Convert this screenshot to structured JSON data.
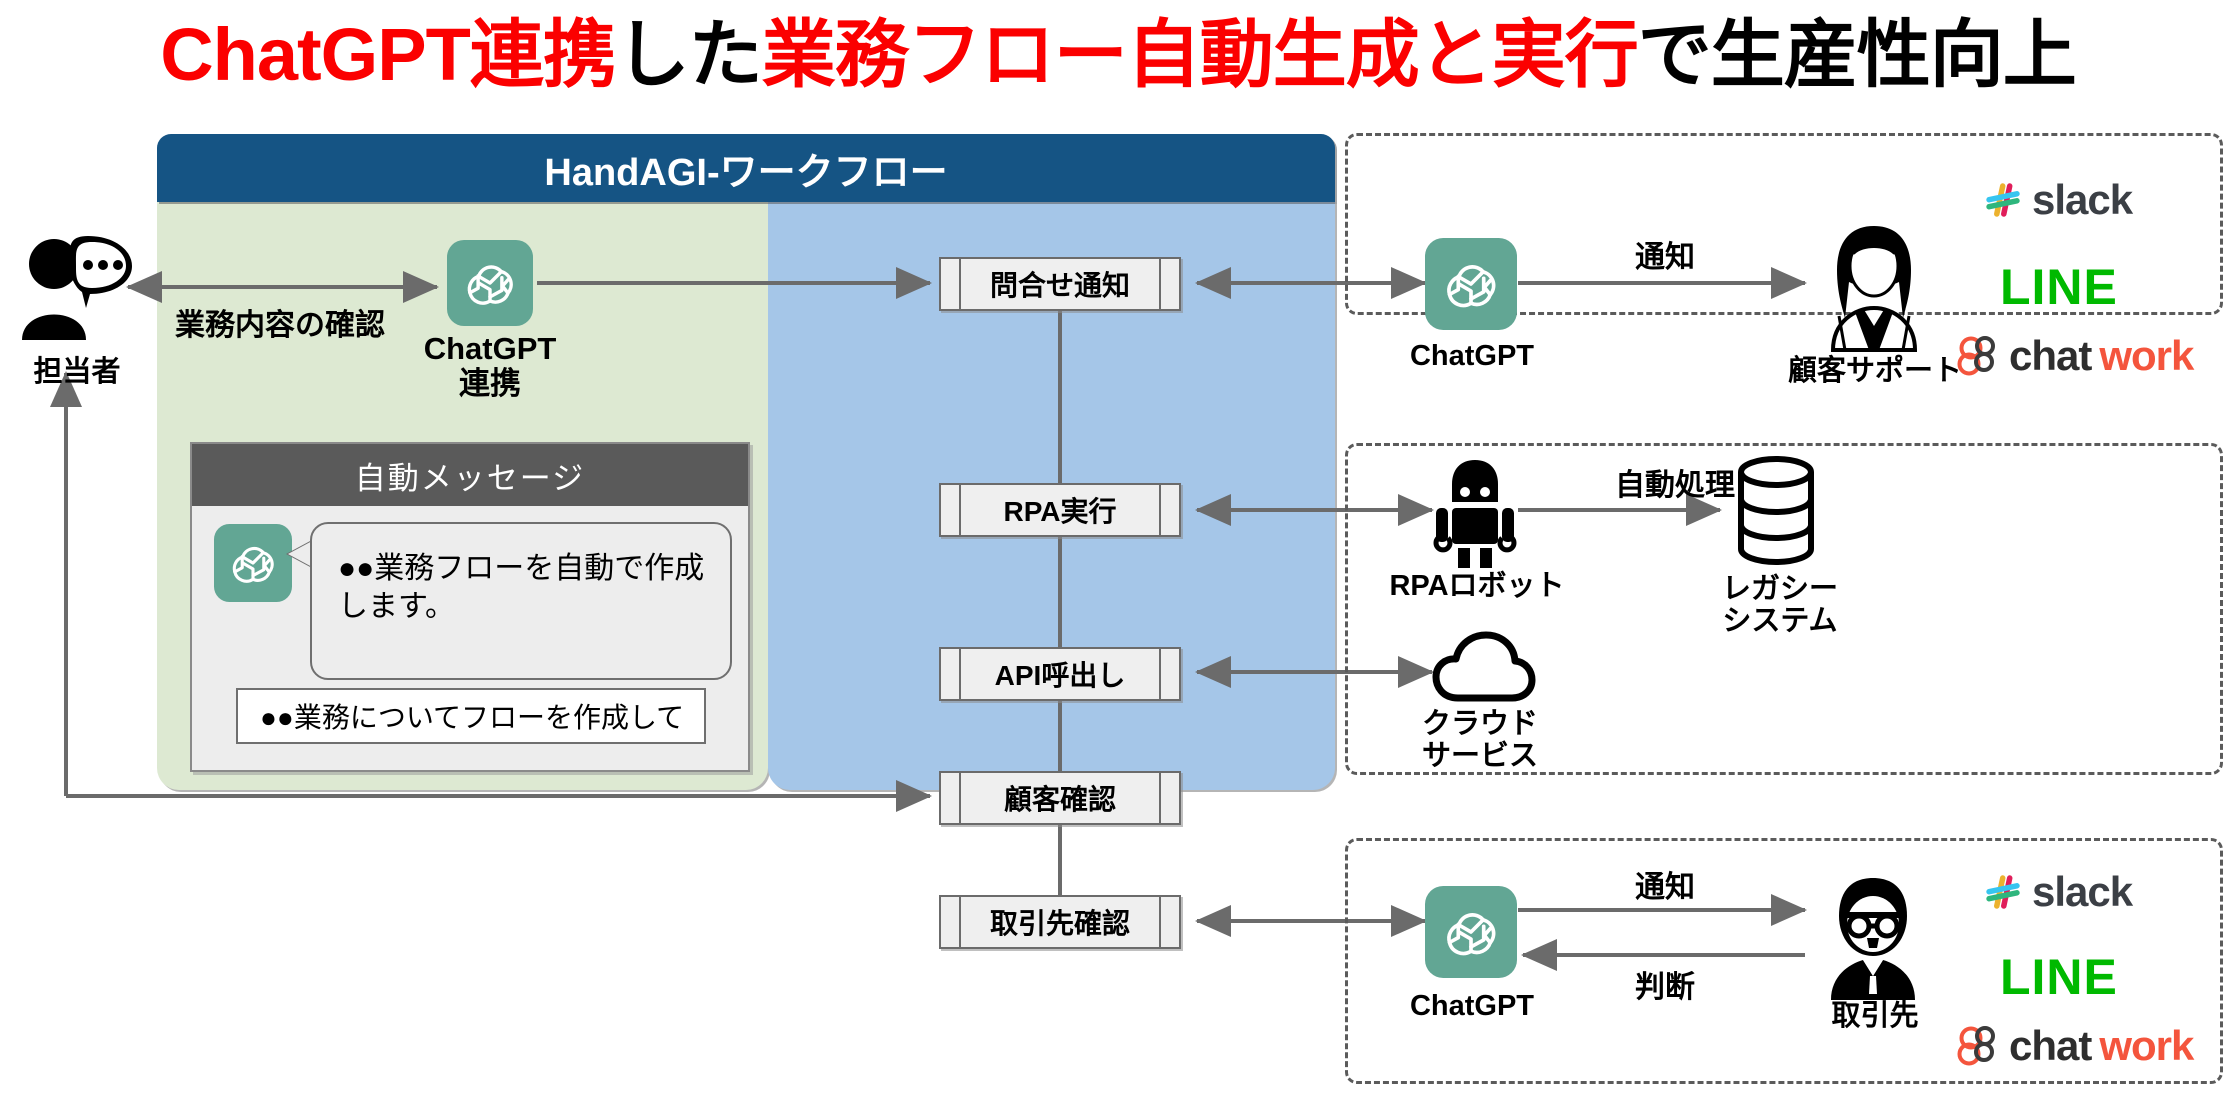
{
  "title": {
    "segments": [
      {
        "text": "ChatGPT連携",
        "color": "#fb0000"
      },
      {
        "text": "した",
        "color": "#000000"
      },
      {
        "text": "業務フロー自動生成と実行",
        "color": "#fb0000"
      },
      {
        "text": "で生産性向上",
        "color": "#000000"
      }
    ],
    "full_text": "ChatGPT連携した業務フロー自動生成と実行で生産性向上"
  },
  "workflow_panel": {
    "header_title": "HandAGI-ワークフロー",
    "header_color": "#155484",
    "left_column_color": "#dde9d2",
    "right_column_color": "#a5c6e8"
  },
  "actor": {
    "label": "担当者",
    "icon": "person-with-speech-bubble-icon"
  },
  "left_column": {
    "chatgpt": {
      "label_line1": "ChatGPT",
      "label_line2": "連携",
      "icon": "chatgpt-logo-icon"
    },
    "confirm_arrow_label": "業務内容の確認",
    "auto_message": {
      "header": "自動メッセージ",
      "bubble_text": "●●業務フローを自動で作成します。",
      "input_value": "●●業務についてフローを作成して",
      "avatar_icon": "chatgpt-logo-icon"
    }
  },
  "flow_steps": [
    {
      "label": "問合せ通知"
    },
    {
      "label": "RPA実行"
    },
    {
      "label": "API呼出し"
    },
    {
      "label": "顧客確認"
    },
    {
      "label": "取引先確認"
    }
  ],
  "groups": [
    {
      "id": "customer-support",
      "nodes": [
        {
          "name": "chatgpt",
          "label": "ChatGPT",
          "icon": "chatgpt-logo-icon"
        },
        {
          "name": "customer-support",
          "label": "顧客サポート",
          "icon": "woman-support-agent-icon"
        }
      ],
      "arrow_labels": [
        "通知"
      ],
      "brands": [
        {
          "name": "slack",
          "word": "slack",
          "color": "#3b3f45"
        },
        {
          "name": "line",
          "word": "LINE",
          "color": "#00b900"
        },
        {
          "name": "chatwork",
          "word_dark": "chat",
          "word_red": "work",
          "color": "#f4553d"
        }
      ]
    },
    {
      "id": "rpa-legacy",
      "nodes": [
        {
          "name": "rpa-robot",
          "label": "RPAロボット",
          "icon": "robot-icon"
        },
        {
          "name": "legacy-system",
          "label_line1": "レガシー",
          "label_line2": "システム",
          "icon": "database-icon"
        },
        {
          "name": "cloud-service",
          "label_line1": "クラウド",
          "label_line2": "サービス",
          "icon": "cloud-icon"
        }
      ],
      "arrow_labels": [
        "自動処理"
      ]
    },
    {
      "id": "business-partner",
      "nodes": [
        {
          "name": "chatgpt",
          "label": "ChatGPT",
          "icon": "chatgpt-logo-icon"
        },
        {
          "name": "partner",
          "label": "取引先",
          "icon": "businessman-icon"
        }
      ],
      "arrow_labels": [
        "通知",
        "判断"
      ],
      "brands": [
        {
          "name": "slack",
          "word": "slack",
          "color": "#3b3f45"
        },
        {
          "name": "line",
          "word": "LINE",
          "color": "#00b900"
        },
        {
          "name": "chatwork",
          "word_dark": "chat",
          "word_red": "work",
          "color": "#f4553d"
        }
      ]
    }
  ],
  "colors": {
    "title_red": "#fb0000",
    "header_blue": "#155484",
    "panel_green": "#dde9d2",
    "panel_blue": "#a5c6e8",
    "chatgpt_teal": "#62a694",
    "arrow_gray": "#6b6b6b",
    "msg_header_gray": "#5a5a5a"
  }
}
